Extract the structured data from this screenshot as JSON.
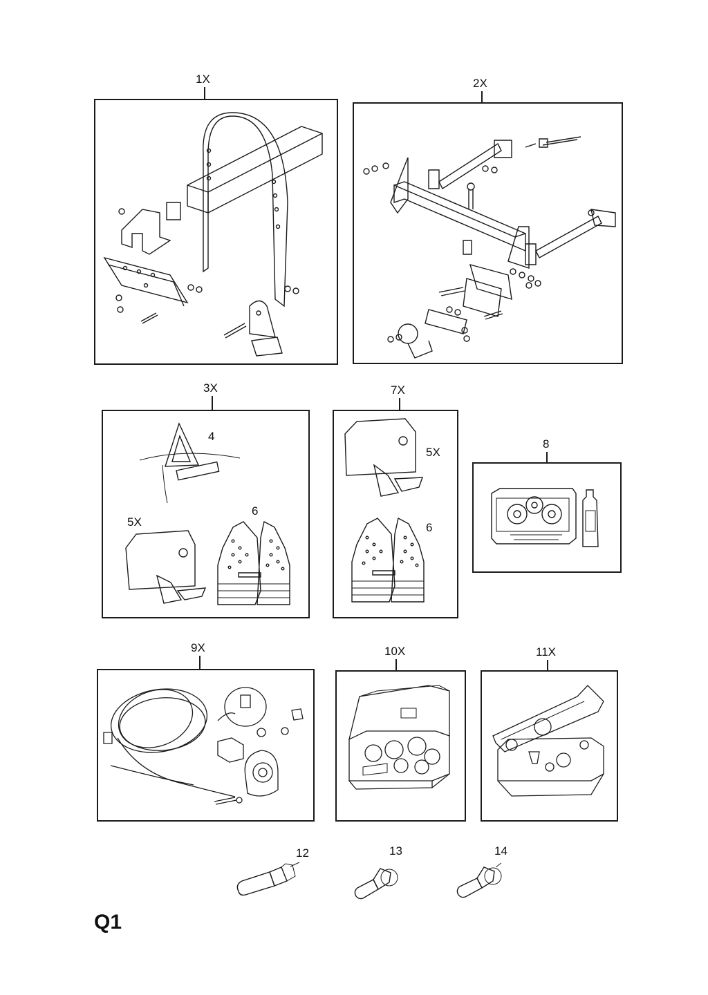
{
  "sheet": {
    "code": "Q1"
  },
  "panels": [
    {
      "id": "p1",
      "label": "1X",
      "depicts": "towbar-bracket-kit"
    },
    {
      "id": "p2",
      "label": "2X",
      "depicts": "towbar-assembly"
    },
    {
      "id": "p3",
      "label": "3X",
      "depicts": "safety-kit",
      "callouts": [
        "4",
        "5X",
        "6"
      ]
    },
    {
      "id": "p7",
      "label": "7X",
      "depicts": "safety-kit-bag",
      "callouts": [
        "5X",
        "6"
      ]
    },
    {
      "id": "p8",
      "label": "8",
      "depicts": "first-aid-case"
    },
    {
      "id": "p9",
      "label": "9X",
      "depicts": "trailer-wiring-kit"
    },
    {
      "id": "p10",
      "label": "10X",
      "depicts": "bulb-kit-box"
    },
    {
      "id": "p11",
      "label": "11X",
      "depicts": "bulb-kit-case"
    }
  ],
  "loose_parts": [
    {
      "label": "12",
      "depicts": "bulb"
    },
    {
      "label": "13",
      "depicts": "bulb"
    },
    {
      "label": "14",
      "depicts": "bulb"
    }
  ]
}
